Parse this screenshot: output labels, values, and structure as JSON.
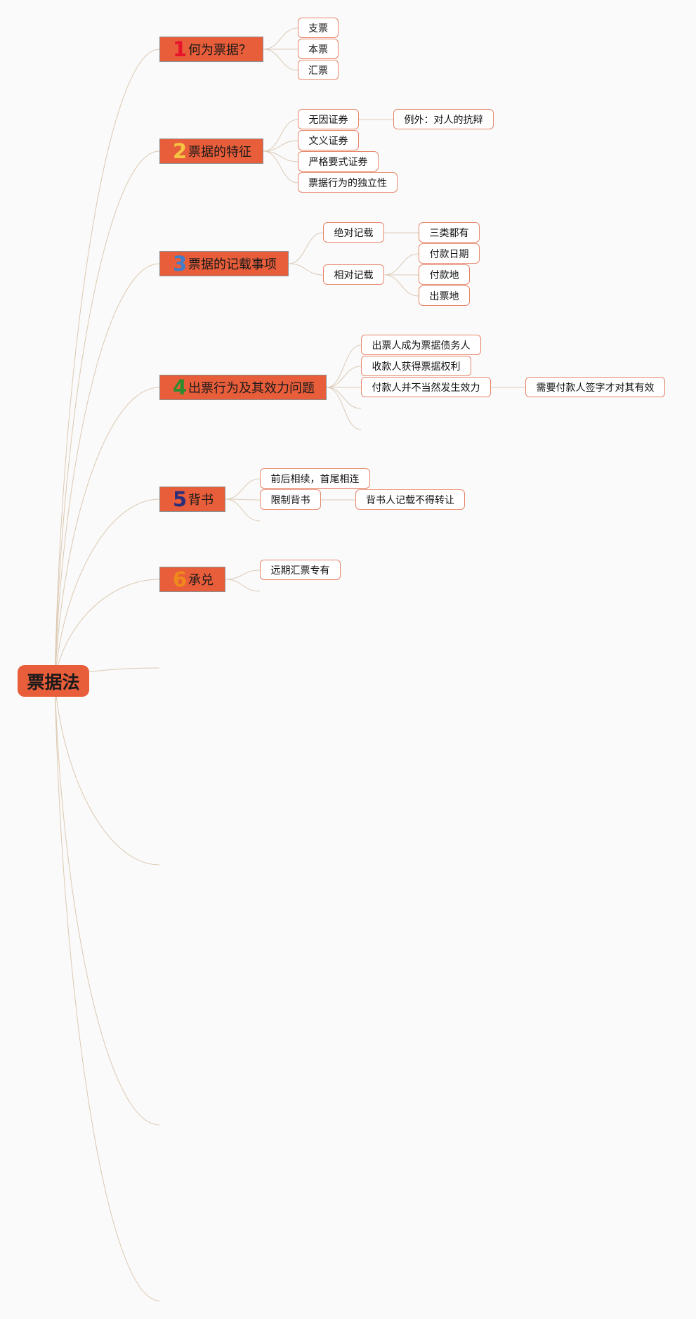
{
  "root": {
    "label": "票据法"
  },
  "topics": [
    {
      "num": "1",
      "num_color": "#e5142a",
      "label": "何为票据？",
      "children": [
        {
          "label": "支票"
        },
        {
          "label": "本票"
        },
        {
          "label": "汇票"
        }
      ]
    },
    {
      "num": "2",
      "num_color": "#f4c542",
      "label": "票据的特征",
      "children": [
        {
          "label": "无因证券",
          "children": [
            {
              "label": "例外：对人的抗辩"
            }
          ]
        },
        {
          "label": "文义证券"
        },
        {
          "label": "严格要式证券"
        },
        {
          "label": "票据行为的独立性"
        }
      ]
    },
    {
      "num": "3",
      "num_color": "#3f7ec9",
      "label": "票据的记载事项",
      "children": [
        {
          "label": "绝对记载",
          "children": [
            {
              "label": "三类都有"
            }
          ]
        },
        {
          "label": "相对记载",
          "children": [
            {
              "label": "付款日期"
            },
            {
              "label": "付款地"
            },
            {
              "label": "出票地"
            }
          ]
        }
      ]
    },
    {
      "num": "4",
      "num_color": "#2e8b2e",
      "label": "出票行为及其效力问题",
      "children": [
        {
          "label": "出票人成为票据债务人"
        },
        {
          "label": "收款人获得票据权利"
        },
        {
          "label": "付款人并不当然发生效力",
          "children": [
            {
              "label": "需要付款人签字才对其有效"
            }
          ]
        }
      ]
    },
    {
      "num": "5",
      "num_color": "#2b2f7a",
      "label": "背书",
      "children": [
        {
          "label": "前后相续，首尾相连"
        },
        {
          "label": "限制背书",
          "children": [
            {
              "label": "背书人记载不得转让"
            }
          ]
        }
      ]
    },
    {
      "num": "6",
      "num_color": "#f08a1c",
      "label": "承兑",
      "children": [
        {
          "label": "远期汇票专有"
        }
      ]
    }
  ]
}
